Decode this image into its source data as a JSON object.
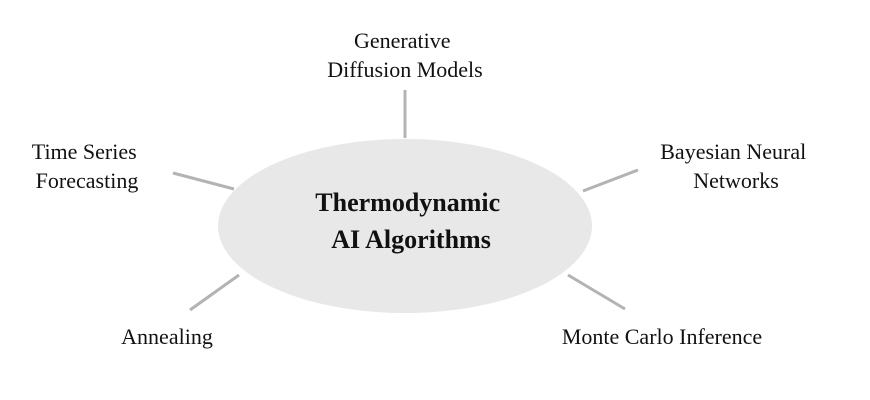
{
  "diagram": {
    "hub": {
      "lines": [
        "Thermodynamic",
        "AI Algorithms"
      ]
    },
    "nodes": [
      {
        "id": "generative-diffusion",
        "lines": [
          "Generative",
          "Diffusion Models"
        ]
      },
      {
        "id": "bayesian-neural",
        "lines": [
          "Bayesian Neural",
          "Networks"
        ]
      },
      {
        "id": "monte-carlo",
        "lines": [
          "Monte Carlo Inference"
        ]
      },
      {
        "id": "annealing",
        "lines": [
          "Annealing"
        ]
      },
      {
        "id": "time-series",
        "lines": [
          "Time Series",
          "Forecasting"
        ]
      }
    ],
    "colors": {
      "hub_fill": "#e8e8e8",
      "spoke": "#b3b3b3",
      "text": "#111111",
      "background": "#ffffff"
    }
  }
}
